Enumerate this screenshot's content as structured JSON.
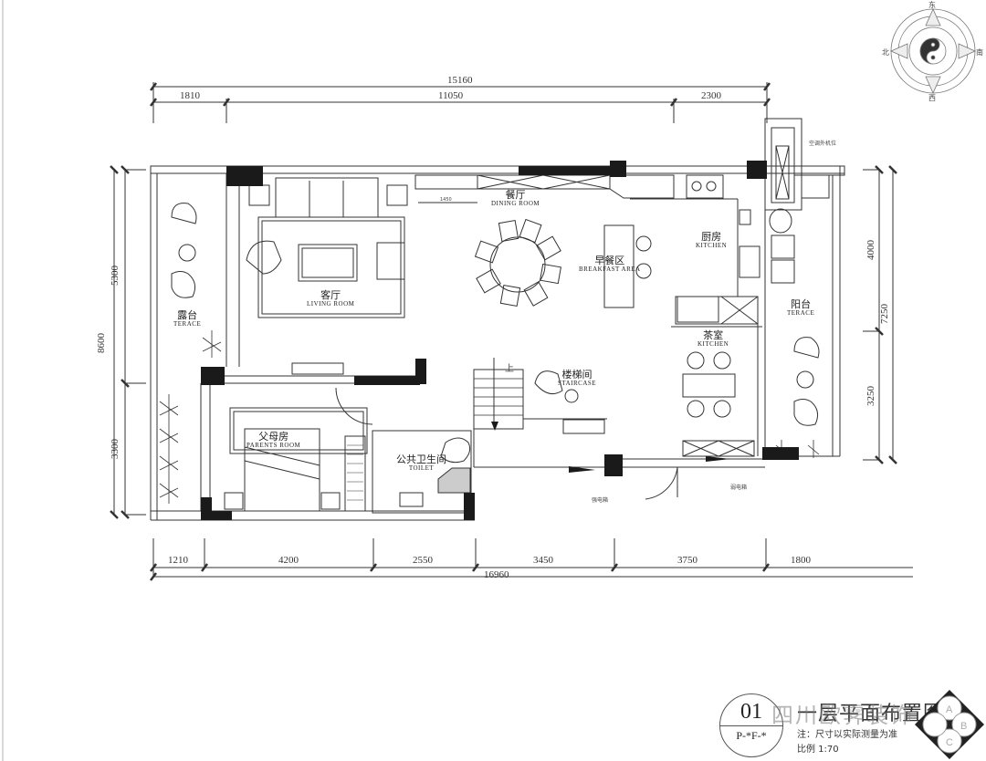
{
  "drawing": {
    "title": "一层平面布置图",
    "watermark": "四川欧霁装饰",
    "sheet_number": "01",
    "sheet_code": "P-*F-*",
    "note": "注：尺寸以实际测量为准",
    "scale": "比例 1:70"
  },
  "compass": {
    "north": "东",
    "south": "西",
    "east": "南",
    "west": "北",
    "center_symbol": "yin-yang"
  },
  "rooms": [
    {
      "id": "terrace-west",
      "cn": "露台",
      "en": "TERACE"
    },
    {
      "id": "living-room",
      "cn": "客厅",
      "en": "LIVING ROOM"
    },
    {
      "id": "dining-room",
      "cn": "餐厅",
      "en": "DINING ROOM"
    },
    {
      "id": "breakfast-area",
      "cn": "早餐区",
      "en": "BREAKFAST AREA"
    },
    {
      "id": "kitchen",
      "cn": "厨房",
      "en": "KITCHEN"
    },
    {
      "id": "terrace-east",
      "cn": "阳台",
      "en": "TERACE"
    },
    {
      "id": "tea-room",
      "cn": "茶室",
      "en": "KITCHEN"
    },
    {
      "id": "staircase",
      "cn": "楼梯间",
      "en": "STAIRCASE"
    },
    {
      "id": "parents-room",
      "cn": "父母房",
      "en": "PARENTS ROOM"
    },
    {
      "id": "toilet",
      "cn": "公共卫生间",
      "en": "TOILET"
    }
  ],
  "annotations": {
    "ac_unit": "空调外机位",
    "strong_box": "强电箱",
    "weak_box": "弱电箱",
    "stair_up": "上",
    "counter_dim": "1450"
  },
  "dimensions": {
    "top_total": "15160",
    "top": [
      "1810",
      "11050",
      "2300"
    ],
    "bottom": [
      "1210",
      "4200",
      "2550",
      "3450",
      "3750",
      "1800"
    ],
    "bottom_total": "16960",
    "left_total": "8600",
    "left": [
      "5300",
      "3300"
    ],
    "right": [
      "4000",
      "3250"
    ],
    "right_total": "7250"
  }
}
